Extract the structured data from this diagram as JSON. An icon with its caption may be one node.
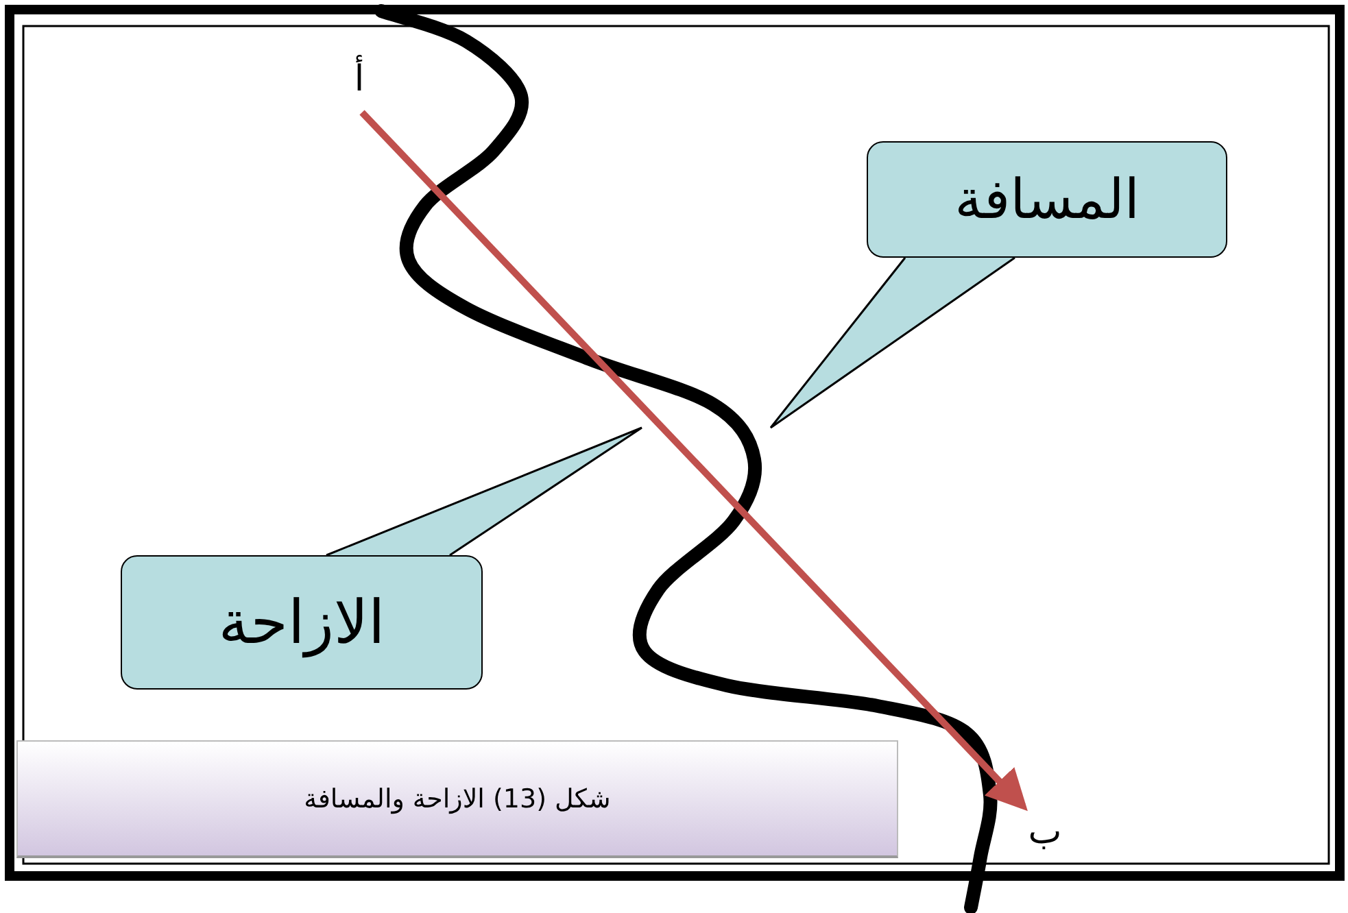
{
  "diagram": {
    "caption": "شكل (13) الازاحة والمسافة",
    "nodes": [
      {
        "text": [
          "أ"
        ]
      },
      {
        "text": [
          "ب"
        ]
      },
      {
        "text": [
          "المسافة"
        ]
      },
      {
        "text": [
          "الازاحة"
        ]
      }
    ],
    "edges": [
      {
        "from": 0,
        "to": 1,
        "arrow": "to",
        "color": "#c0504d"
      }
    ]
  }
}
